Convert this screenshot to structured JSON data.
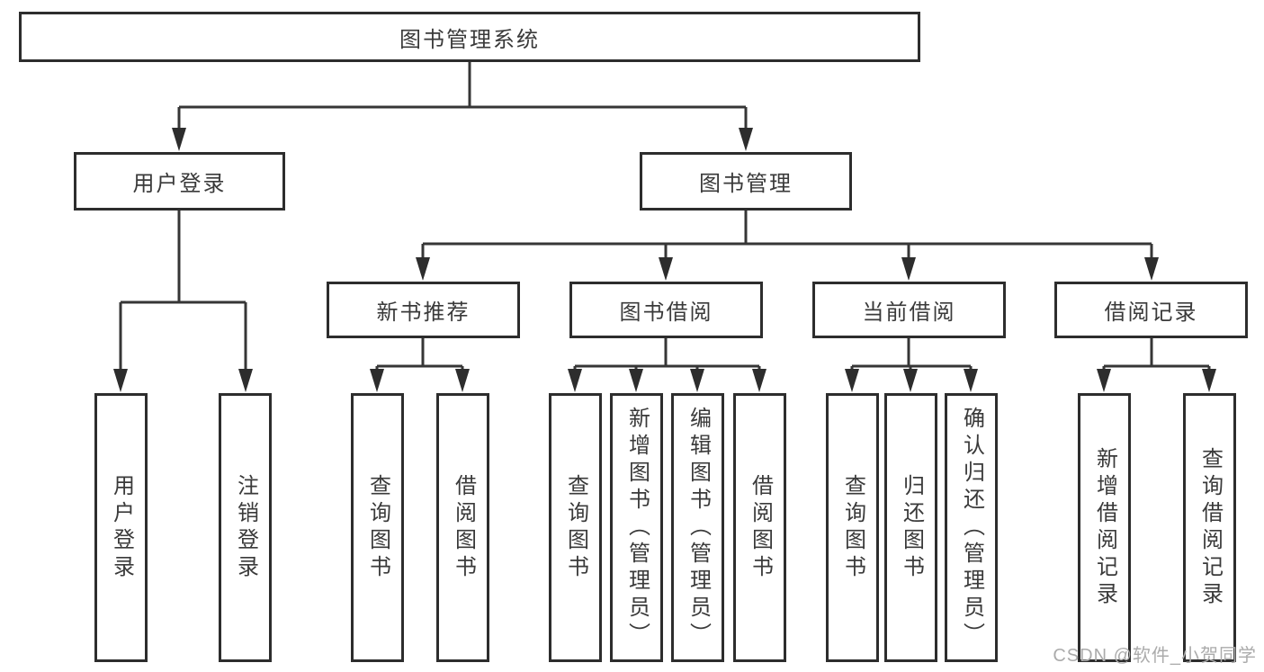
{
  "tree": {
    "root": "图书管理系统",
    "user_login": {
      "label": "用户登录",
      "leaves": [
        "用户登录",
        "注销登录"
      ]
    },
    "book_mgmt": {
      "label": "图书管理",
      "groups": [
        {
          "label": "新书推荐",
          "leaves": [
            "查询图书",
            "借阅图书"
          ]
        },
        {
          "label": "图书借阅",
          "leaves": [
            "查询图书",
            "新增图书（管理员）",
            "编辑图书（管理员）",
            "借阅图书"
          ]
        },
        {
          "label": "当前借阅",
          "leaves": [
            "查询图书",
            "归还图书",
            "确认归还（管理员）"
          ]
        },
        {
          "label": "借阅记录",
          "leaves": [
            "新增借阅记录",
            "查询借阅记录"
          ]
        }
      ]
    }
  },
  "watermark": "CSDN @软件_小贺同学",
  "colors": {
    "line": "#363636",
    "arrow": "#2d2d2d",
    "box_border": "#2d2d2d",
    "text": "#3a3a3a",
    "watermark": "#ababab",
    "background": "#ffffff"
  }
}
